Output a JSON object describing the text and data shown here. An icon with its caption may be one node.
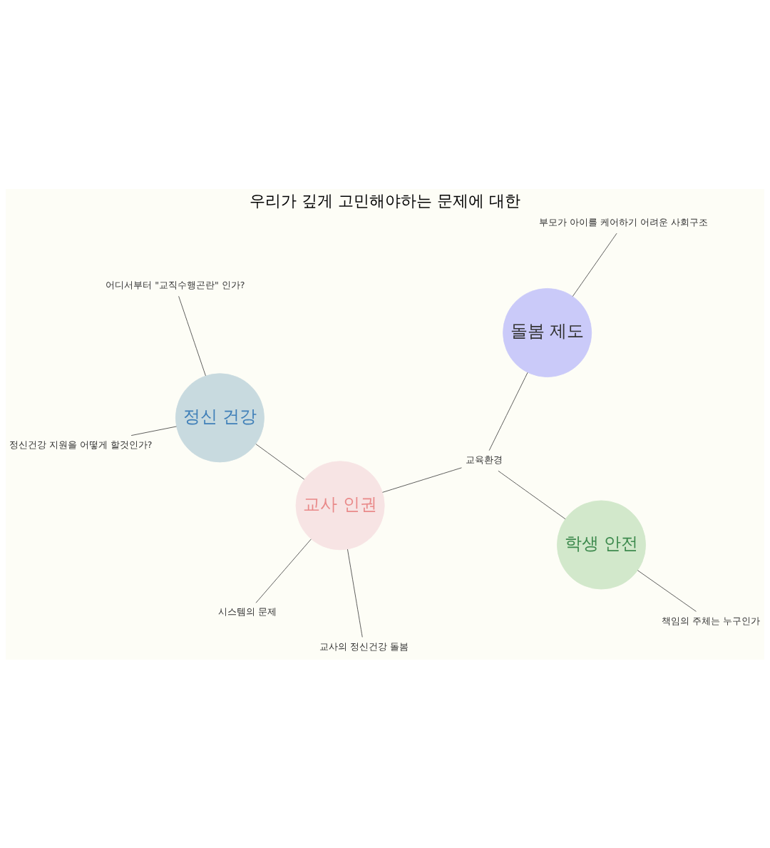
{
  "diagram": {
    "title": "우리가 깊게 고민해야하는 문제에 대한",
    "nodes": [
      {
        "text": [
          "정신 건강"
        ]
      },
      {
        "text": [
          "학생 안전"
        ]
      },
      {
        "text": [
          "교사 인권"
        ]
      },
      {
        "text": [
          "돌봄 제도"
        ]
      },
      {
        "text": [
          "어디서부터 \"교직수행곤란\" 인가?"
        ]
      },
      {
        "text": [
          "정신건강 지원을 어떻게 할것인가?"
        ]
      },
      {
        "text": [
          "시스템의 문제"
        ]
      },
      {
        "text": [
          "교육환경"
        ]
      },
      {
        "text": [
          "책임의 주체는 누구인가"
        ]
      },
      {
        "text": [
          "교사의 정신건강 돌봄"
        ]
      },
      {
        "text": [
          "부모가 아이를 케어하기 어려운 사회구조"
        ]
      }
    ],
    "edges": [
      {
        "from": 4,
        "to": 0,
        "arrow": "none"
      },
      {
        "from": 5,
        "to": 0,
        "arrow": "none"
      },
      {
        "from": 2,
        "to": 0,
        "arrow": "none"
      },
      {
        "from": 6,
        "to": 2,
        "arrow": "none"
      },
      {
        "from": 7,
        "to": 2,
        "arrow": "none"
      },
      {
        "from": 7,
        "to": 1,
        "arrow": "none"
      },
      {
        "from": 7,
        "to": 3,
        "arrow": "none"
      },
      {
        "from": 8,
        "to": 1,
        "arrow": "none"
      },
      {
        "from": 9,
        "to": 2,
        "arrow": "none"
      },
      {
        "from": 10,
        "to": 3,
        "arrow": "none"
      }
    ]
  }
}
